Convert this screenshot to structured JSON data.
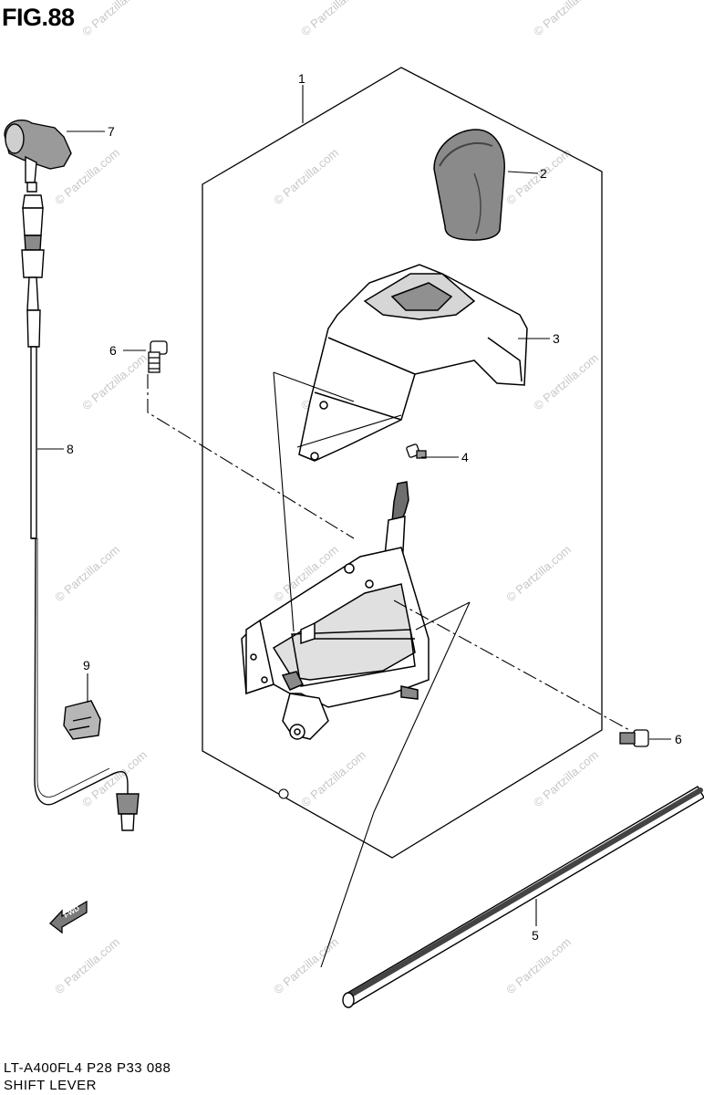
{
  "figure": {
    "title": "FIG.88"
  },
  "callouts": [
    {
      "id": "1",
      "text": "1"
    },
    {
      "id": "2",
      "text": "2"
    },
    {
      "id": "3",
      "text": "3"
    },
    {
      "id": "4",
      "text": "4"
    },
    {
      "id": "5",
      "text": "5"
    },
    {
      "id": "6a",
      "text": "6"
    },
    {
      "id": "6b",
      "text": "6"
    },
    {
      "id": "7",
      "text": "7"
    },
    {
      "id": "8",
      "text": "8"
    },
    {
      "id": "9",
      "text": "9"
    }
  ],
  "watermark": {
    "text": "© Partzilla.com",
    "color": "#c8c8c8"
  },
  "fwd_arrow": {
    "text": "FWD"
  },
  "footer": {
    "model_code": "LT-A400FL4  P28  P33  088",
    "caption": "SHIFT LEVER"
  },
  "colors": {
    "line": "#000000",
    "background": "#ffffff",
    "shading": "#6e6e6e"
  }
}
